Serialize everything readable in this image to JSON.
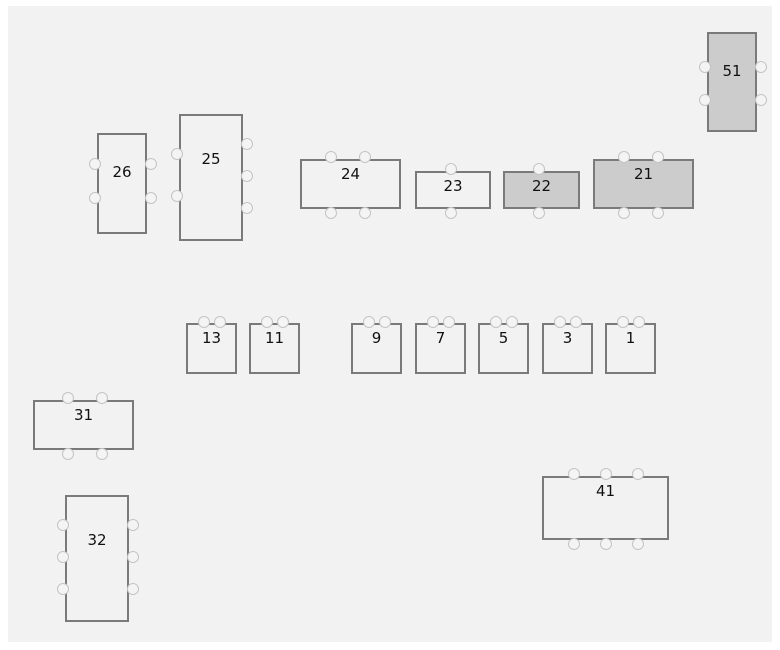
{
  "floor_plan": {
    "tables": [
      {
        "id": "t51",
        "label": "51",
        "status": "occupied"
      },
      {
        "id": "t26",
        "label": "26",
        "status": "free"
      },
      {
        "id": "t25",
        "label": "25",
        "status": "free"
      },
      {
        "id": "t24",
        "label": "24",
        "status": "free"
      },
      {
        "id": "t23",
        "label": "23",
        "status": "free"
      },
      {
        "id": "t22",
        "label": "22",
        "status": "occupied"
      },
      {
        "id": "t21",
        "label": "21",
        "status": "occupied"
      },
      {
        "id": "t13",
        "label": "13",
        "status": "free"
      },
      {
        "id": "t11",
        "label": "11",
        "status": "free"
      },
      {
        "id": "t9",
        "label": "9",
        "status": "free"
      },
      {
        "id": "t7",
        "label": "7",
        "status": "free"
      },
      {
        "id": "t5",
        "label": "5",
        "status": "free"
      },
      {
        "id": "t3",
        "label": "3",
        "status": "free"
      },
      {
        "id": "t1",
        "label": "1",
        "status": "free"
      },
      {
        "id": "t31",
        "label": "31",
        "status": "free"
      },
      {
        "id": "t32",
        "label": "32",
        "status": "free"
      },
      {
        "id": "t41",
        "label": "41",
        "status": "free"
      }
    ],
    "colors": {
      "free": "#f2f2f2",
      "occupied": "#cccccc",
      "border": "#7a7a7a",
      "seat": "#c4c4c4"
    }
  }
}
